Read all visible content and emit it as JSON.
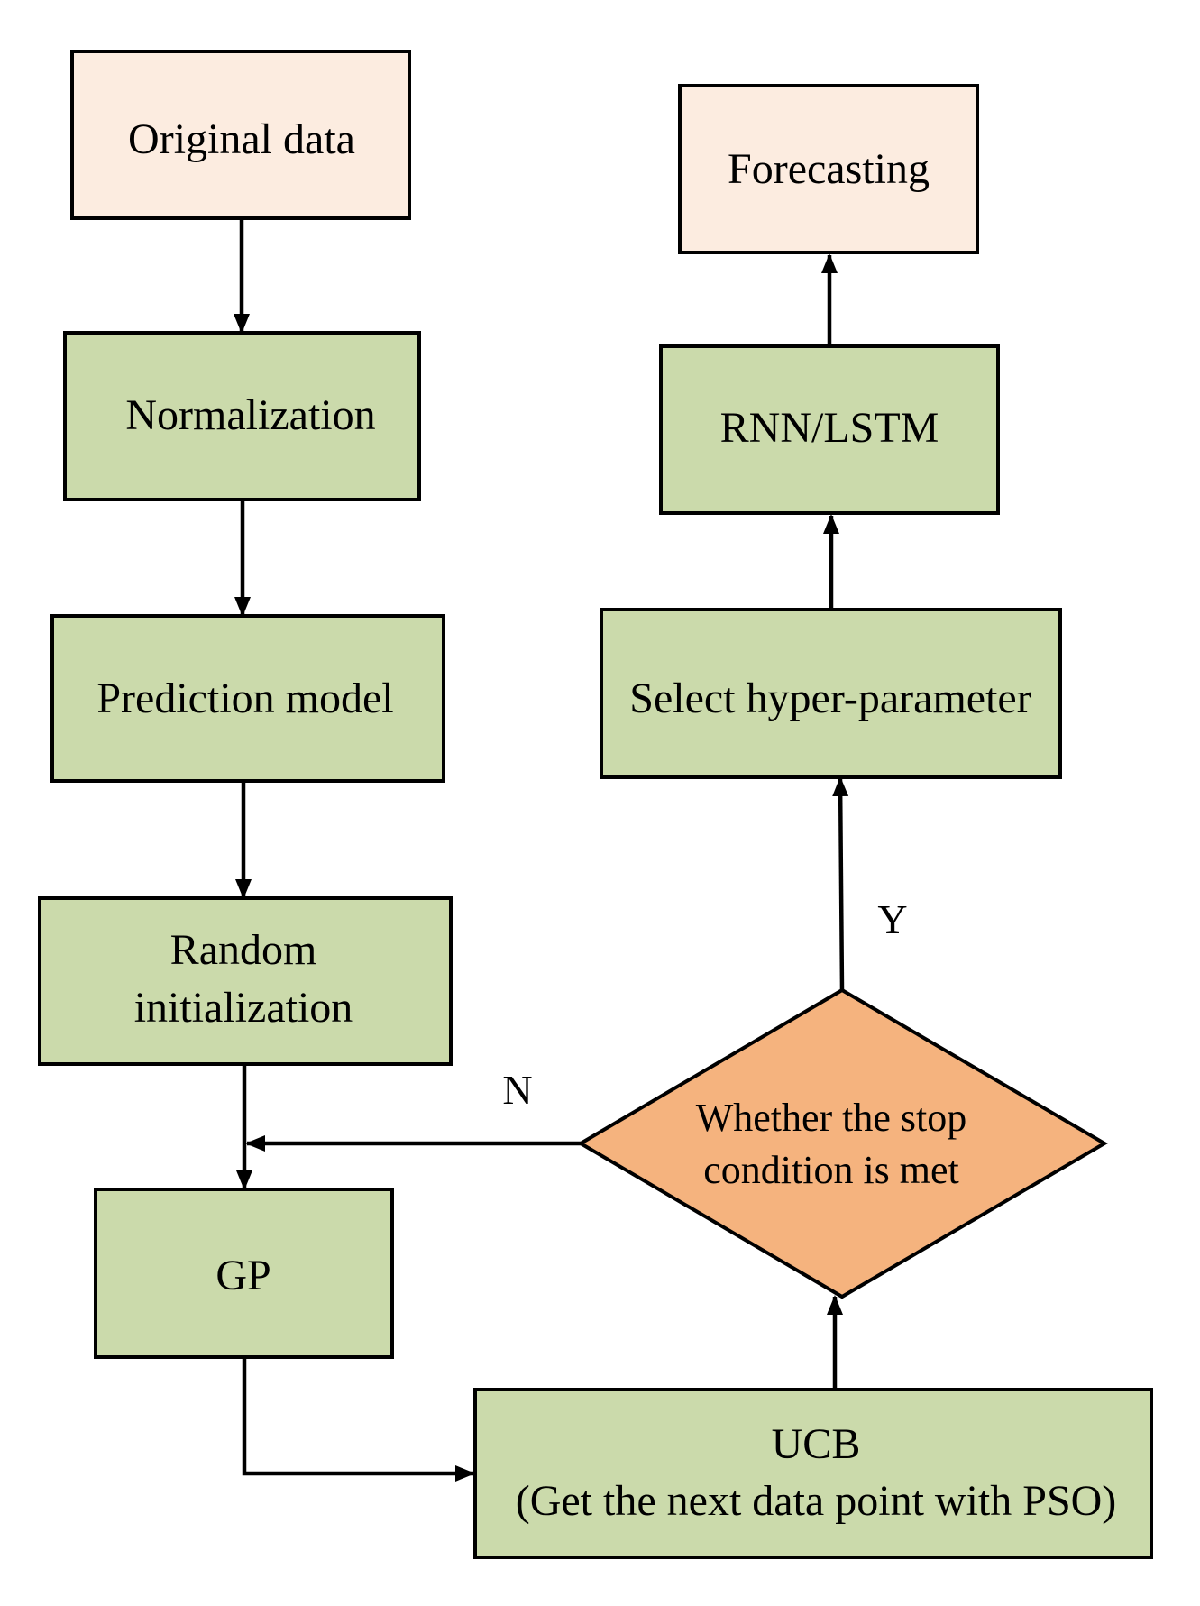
{
  "colors": {
    "terminal_fill": "#fcece0",
    "process_fill": "#cbdaab",
    "decision_fill": "#f5b37e",
    "stroke": "#000000"
  },
  "nodes": {
    "original_data": {
      "label": "Original data"
    },
    "normalization": {
      "label": "Normalization"
    },
    "prediction_model": {
      "label": "Prediction model"
    },
    "random_initialization": {
      "line1": "Random",
      "line2": "initialization"
    },
    "gp": {
      "label": "GP"
    },
    "ucb": {
      "line1": "UCB",
      "line2": "(Get the next data point with PSO)"
    },
    "decision": {
      "line1": "Whether the stop",
      "line2": "condition is met"
    },
    "select_hyper_parameter": {
      "label": "Select hyper-parameter"
    },
    "rnn_lstm": {
      "label": "RNN/LSTM"
    },
    "forecasting": {
      "label": "Forecasting"
    }
  },
  "edges": {
    "no_label": "N",
    "yes_label": "Y"
  }
}
